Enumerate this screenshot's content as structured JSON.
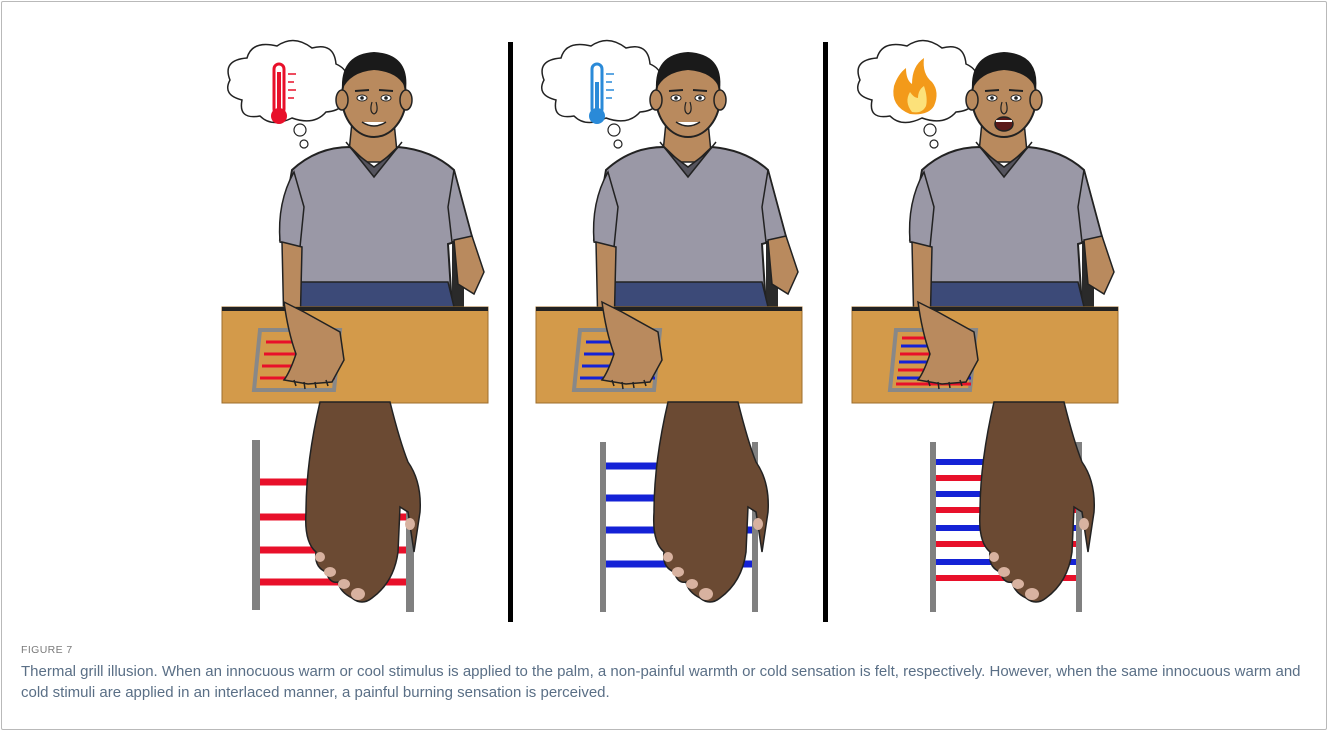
{
  "figure": {
    "label": "FIGURE 7",
    "caption": "Thermal grill illusion. When an innocuous warm or cool stimulus is applied to the palm, a non-painful warmth or cold sensation is felt, respectively. However, when the same innocuous warm and cold stimuli are applied in an interlaced manner, a painful burning sensation is perceived."
  },
  "panels": [
    {
      "id": "warm",
      "thought_icon": "thermometer-hot-icon",
      "grill": "red",
      "expression": "calm"
    },
    {
      "id": "cool",
      "thought_icon": "thermometer-cold-icon",
      "grill": "blue",
      "expression": "calm"
    },
    {
      "id": "interlaced",
      "thought_icon": "flame-icon",
      "grill": "red-blue-interlaced",
      "expression": "pain"
    }
  ],
  "colors": {
    "warm_bar": "#e8102a",
    "cold_bar": "#1422d6",
    "table": "#d39a4a",
    "shirt": "#9a98a6",
    "skin": "#b98a5e",
    "hand_dark": "#6b4a33",
    "rail": "#808080",
    "divider": "#000000"
  }
}
